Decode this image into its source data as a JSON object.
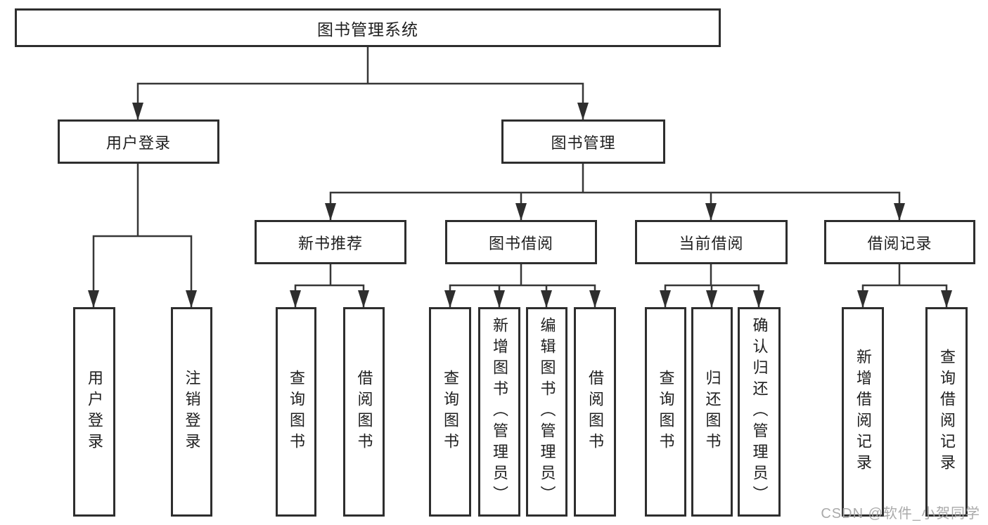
{
  "diagram": {
    "type": "hierarchy",
    "title": "图书管理系统",
    "colors": {
      "box_border": "#2e2e2e",
      "connector_line": "#373737",
      "text": "#1f1f1f",
      "watermark": "#a5a5a5",
      "background": "#ffffff"
    }
  },
  "tree": {
    "root": {
      "label": "图书管理系统"
    },
    "branches": [
      {
        "label": "用户登录",
        "children": [
          {
            "label": "用户登录"
          },
          {
            "label": "注销登录"
          }
        ]
      },
      {
        "label": "图书管理",
        "children": [
          {
            "label": "新书推荐",
            "children": [
              {
                "label": "查询图书"
              },
              {
                "label": "借阅图书"
              }
            ]
          },
          {
            "label": "图书借阅",
            "children": [
              {
                "label": "查询图书"
              },
              {
                "label": "新增图书（管理员）"
              },
              {
                "label": "编辑图书（管理员）"
              },
              {
                "label": "借阅图书"
              }
            ]
          },
          {
            "label": "当前借阅",
            "children": [
              {
                "label": "查询图书"
              },
              {
                "label": "归还图书"
              },
              {
                "label": "确认归还（管理员）"
              }
            ]
          },
          {
            "label": "借阅记录",
            "children": [
              {
                "label": "新增借阅记录"
              },
              {
                "label": "查询借阅记录"
              }
            ]
          }
        ]
      }
    ]
  },
  "watermark": {
    "text": "CSDN @软件_小贺同学"
  }
}
